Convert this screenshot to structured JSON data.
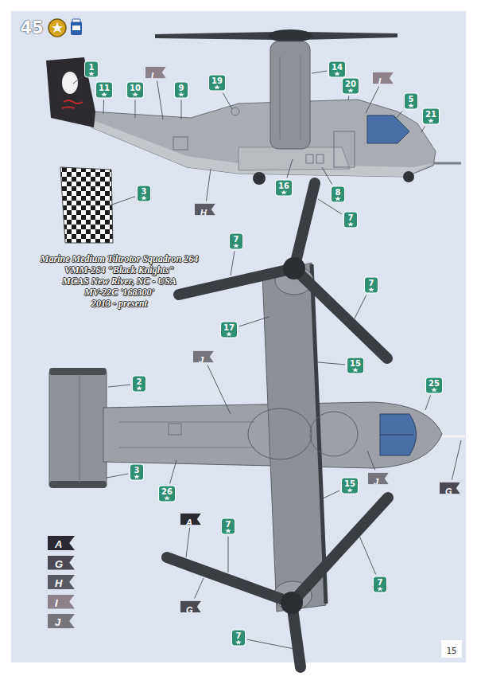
{
  "diagram": {
    "title": "Marine Medium Tiltrotor Squadron 264",
    "labels": [
      "45",
      "VMM-264 \"Black Knights\"",
      "MCAS New River, NC - USA",
      "MV-22C '168300'",
      "2013 - present",
      "1",
      "I",
      "11",
      "10",
      "9",
      "19",
      "14",
      "I",
      "20",
      "5",
      "21",
      "3",
      "16",
      "H",
      "8",
      "7",
      "7",
      "7",
      "17",
      "J",
      "15",
      "2",
      "25",
      "3",
      "26",
      "15",
      "J",
      "G",
      "A",
      "7",
      "G",
      "7",
      "7",
      "15"
    ],
    "legend": [
      {
        "text": "A",
        "color": "#2a2830"
      },
      {
        "text": "G",
        "color": "#4b4a52"
      },
      {
        "text": "H",
        "color": "#5a5b62"
      },
      {
        "text": "I",
        "color": "#8c8089"
      },
      {
        "text": "J",
        "color": "#76757c"
      }
    ]
  }
}
